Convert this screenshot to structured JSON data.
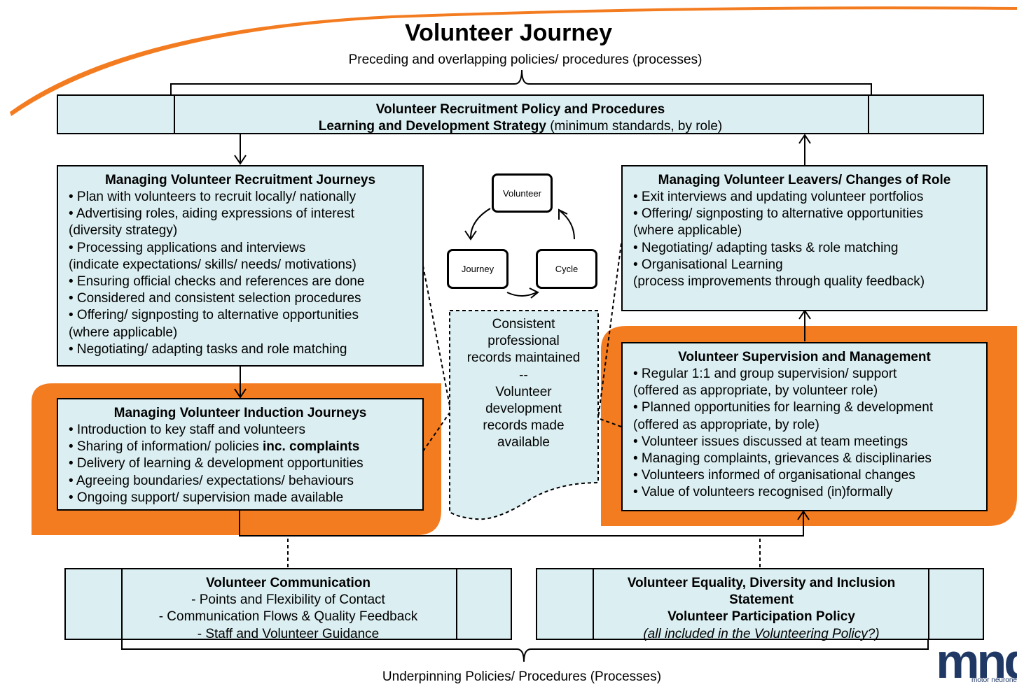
{
  "title": "Volunteer Journey",
  "subtitle_top": "Preceding and overlapping policies/ procedures (processes)",
  "subtitle_bottom": "Underpinning Policies/ Procedures (Processes)",
  "colors": {
    "box_fill": "#dbeef1",
    "highlight": "#f47c20",
    "logo": "#1f3864"
  },
  "top_policy": {
    "line1": "Volunteer Recruitment Policy and Procedures",
    "line2_bold": "Learning and Development Strategy",
    "line2_rest": " (minimum standards, by role)"
  },
  "recruitment": {
    "title": "Managing Volunteer Recruitment Journeys",
    "lines": [
      "• Plan with volunteers to recruit locally/ nationally",
      "• Advertising roles, aiding expressions of interest",
      "(diversity strategy)",
      "• Processing applications and interviews",
      "(indicate expectations/ skills/ needs/ motivations)",
      "• Ensuring official checks and references are done",
      "• Considered and consistent selection procedures",
      "• Offering/ signposting to alternative opportunities",
      "(where applicable)",
      "• Negotiating/ adapting tasks and role matching"
    ]
  },
  "induction": {
    "title": "Managing Volunteer Induction Journeys",
    "line1": "• Introduction to key staff and volunteers",
    "line2_pre": "• Sharing of information/ policies ",
    "line2_bold": "inc. complaints",
    "line3": "• Delivery of learning & development opportunities",
    "line4": "• Agreeing boundaries/ expectations/ behaviours",
    "line5": "• Ongoing support/ supervision made available"
  },
  "leavers": {
    "title": "Managing Volunteer Leavers/ Changes of Role",
    "lines": [
      "• Exit interviews and updating volunteer portfolios",
      "• Offering/ signposting to alternative opportunities",
      "(where applicable)",
      "• Negotiating/ adapting tasks & role matching",
      "• Organisational Learning",
      "(process improvements through quality feedback)"
    ]
  },
  "supervision": {
    "title": "Volunteer Supervision and Management",
    "lines": [
      "• Regular 1:1 and group supervision/ support",
      "(offered as appropriate, by volunteer role)",
      "• Planned opportunities for learning & development",
      "(offered as appropriate, by role)",
      "• Volunteer issues discussed at team meetings",
      "• Managing complaints, grievances & disciplinaries",
      "• Volunteers informed of organisational changes",
      "• Value of volunteers recognised (in)formally"
    ]
  },
  "cycle": {
    "top": "Volunteer",
    "left": "Journey",
    "right": "Cycle"
  },
  "records": {
    "lines": [
      "Consistent",
      "professional",
      "records maintained",
      "--",
      "Volunteer",
      "development",
      "records made",
      "available"
    ]
  },
  "communication": {
    "title": "Volunteer Communication",
    "lines": [
      "- Points and Flexibility of Contact",
      "- Communication Flows & Quality Feedback",
      "- Staff and Volunteer Guidance"
    ]
  },
  "equality": {
    "title1": "Volunteer Equality, Diversity and Inclusion",
    "title2": "Statement",
    "title3": "Volunteer Participation Policy",
    "note": "(all included in the Volunteering Policy?)"
  },
  "logo": {
    "text": "mnd",
    "sub": "motor neurone"
  }
}
